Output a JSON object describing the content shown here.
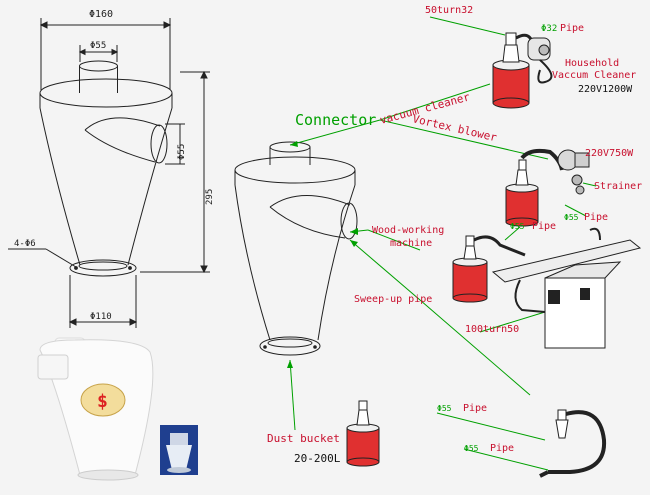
{
  "dimensions": {
    "top_width": "Φ160",
    "inlet_top": "Φ55",
    "side_inlet": "Φ55",
    "height": "295",
    "bolts": "4-Φ6",
    "base_width": "Φ110"
  },
  "labels": {
    "connector": "Connector",
    "vacuum_cleaner": "vacuum cleaner",
    "vortex_blower": "Vortex blower",
    "wood_working_1": "Wood-working",
    "wood_working_2": "machine",
    "sweep_up_pipe": "Sweep-up pipe",
    "dust_bucket": "Dust bucket",
    "dust_bucket_size": "20-200L"
  },
  "vacuum_panel": {
    "turn": "50turn32",
    "pipe_size": "Φ32",
    "pipe": "Pipe",
    "household_1": "Household",
    "household_2": "Vaccum Cleaner",
    "power": "220V1200W"
  },
  "blower_panel": {
    "power": "220V750W",
    "strainer": "Strainer",
    "pipe_size": "Φ55",
    "pipe": "Pipe"
  },
  "woodwork_panel": {
    "pipe_size": "Φ55",
    "pipe": "Pipe",
    "turn": "100turn50"
  },
  "sweep_panel": {
    "pipe_size_1": "Φ55",
    "pipe_1": "Pipe",
    "pipe_size_2": "Φ55",
    "pipe_2": "Pipe"
  },
  "colors": {
    "label_red": "#c8102e",
    "connector_green": "#00a000",
    "bucket_red": "#d42020"
  }
}
